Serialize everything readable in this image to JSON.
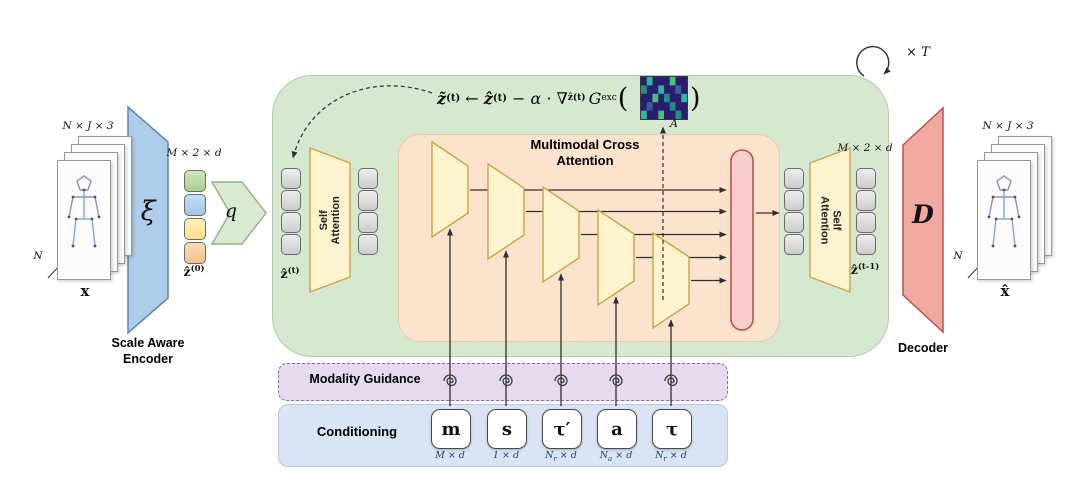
{
  "figure": {
    "left_input": {
      "dims": "N × J × 3",
      "axis": "N",
      "symbol": "x"
    },
    "encoder": {
      "symbol": "ξ",
      "label": "Scale Aware Encoder"
    },
    "latent_input": {
      "dims": "M × 2 × d",
      "z0_base": "ẑ",
      "z0_sup": "(0)",
      "q_symbol": "q"
    },
    "block": {
      "formula": {
        "lhs": "z̃",
        "lhs_sup": "(t)",
        "arrow": " ← ",
        "zt": "ẑ",
        "zt_sup": "(t)",
        "mid": " − α · ∇",
        "grad_sub": "ẑ(t)",
        "func": "G",
        "func_sub": "exc",
        "open_paren": "(",
        "close_paren": ")"
      },
      "attention_map_label": "A",
      "zt_base": "ẑ",
      "zt_sup": "(t)",
      "self_attention": "Self Attention",
      "cross_attention_title": "Multimodal Cross Attention",
      "zprev_base": "ẑ",
      "zprev_sup": "(t-1)",
      "out_dims": "M × 2 × d",
      "loop_label": "× T"
    },
    "decoder": {
      "symbol": "D",
      "label": "Decoder"
    },
    "right_output": {
      "dims": "N × J × 3",
      "axis": "N",
      "symbol": "x̂"
    },
    "guidance": {
      "label": "Modality Guidance"
    },
    "conditioning": {
      "label": "Conditioning",
      "items": [
        {
          "symbol": "m",
          "dim_base": "M",
          "dim_sub": "",
          "dim_rest": " × d"
        },
        {
          "symbol": "s",
          "dim_base": "1",
          "dim_sub": "",
          "dim_rest": " × d"
        },
        {
          "symbol": "τ′",
          "dim_base": "N",
          "dim_sub": "r",
          "dim_rest": " × d"
        },
        {
          "symbol": "a",
          "dim_base": "N",
          "dim_sub": "a",
          "dim_rest": " × d"
        },
        {
          "symbol": "τ",
          "dim_base": "N",
          "dim_sub": "r",
          "dim_rest": " × d"
        }
      ]
    },
    "colors": {
      "diffusion_block": "#d7e8d1",
      "cross_attention_block": "#fbe3cd",
      "attention_trapezoid": "#fdf3cf",
      "encoder": "#aecdea",
      "decoder": "#f0a8a1",
      "guidance_strip": "#e6dbee",
      "conditioning_panel": "#d9e5f5",
      "fusion_pill": "#f8cecc",
      "token_gray": "#d9d9d9",
      "token_colors": [
        "#b6d7a8",
        "#9fc5e8",
        "#ffe599",
        "#f9cb9c"
      ]
    }
  }
}
